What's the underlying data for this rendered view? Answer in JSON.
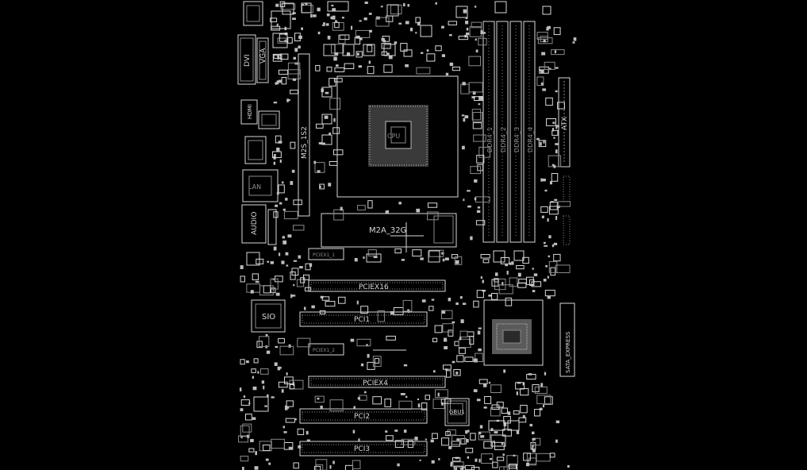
{
  "canvas": {
    "background": "#000000",
    "line_color": "#d8d8d8",
    "dim_color": "#8a8a8a",
    "pad_color": "#bdbdbd"
  },
  "labels": {
    "vga": "VGA",
    "dvi": "DVI",
    "hdmi": "HDMI",
    "lan": "LAN",
    "audio": "AUDIO",
    "cpu": "CPU",
    "m2s": "M2S_1S2",
    "m2a": "M2A_32G",
    "ddr1": "DDR4_1",
    "ddr2": "DDR4_2",
    "ddr3": "DDR4_3",
    "ddr4": "DDR4_4",
    "atx": "ATX",
    "sio": "SIO",
    "pciex16": "PCIEX16",
    "pci1": "PCI1",
    "pciex4": "PCIEX4",
    "pci2": "PCI2",
    "pci3": "PCI3",
    "gbu1": "GBU1",
    "sata": "SATA_EXPRESS",
    "pciex1_1": "PCIEX1_1",
    "pciex1_2": "PCIEX1_2"
  }
}
